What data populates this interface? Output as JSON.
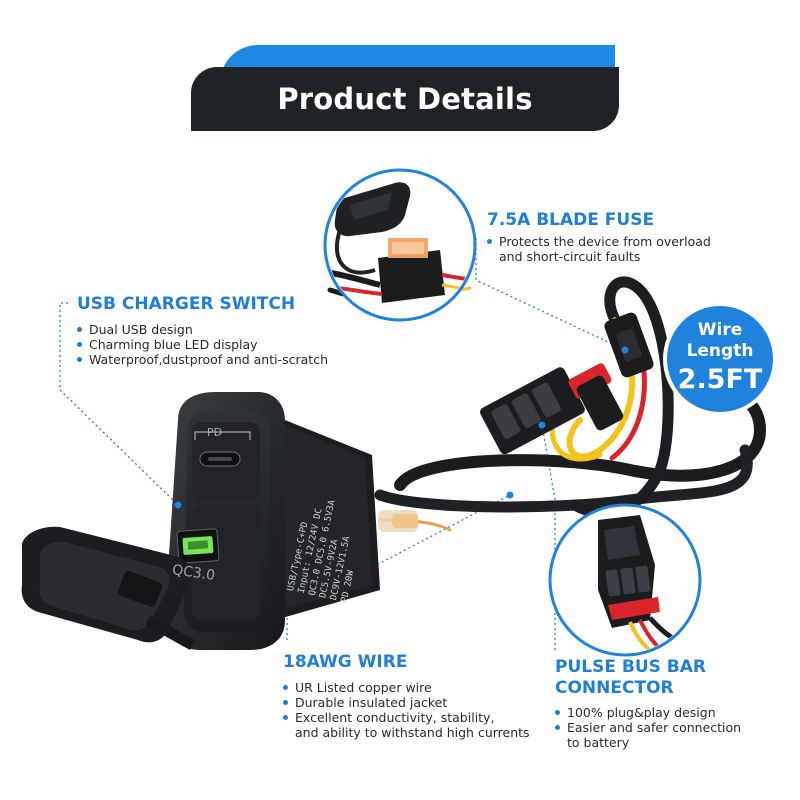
{
  "banner": {
    "title": "Product Details"
  },
  "fuse": {
    "title": "7.5A BLADE FUSE",
    "items": [
      "Protects the device from overload",
      "and short-circuit faults"
    ]
  },
  "usb_switch": {
    "title": "USB CHARGER SWITCH",
    "items": [
      "Dual USB design",
      "Charming blue LED display",
      "Waterproof,dustproof and anti-scratch"
    ],
    "pd_label": "PD",
    "qc_label": "QC3.0",
    "spec_lines": [
      "USB/Type-C+PD",
      "Input: 12/24V DC",
      "QC3.0 DC5.0 6.5V3A",
      "DC5.5V-9V2A",
      "DC9V-12V1.5A",
      "PD 20W"
    ]
  },
  "wire_length": {
    "line1": "Wire",
    "line2": "Length",
    "line3": "2.5FT"
  },
  "wire": {
    "title": "18AWG WIRE",
    "items": [
      "UR Listed copper wire",
      "Durable insulated jacket",
      "Excellent conductivity, stability,",
      "and ability to withstand high currents"
    ]
  },
  "connector": {
    "title_line1": "PULSE BUS BAR",
    "title_line2": "CONNECTOR",
    "items": [
      "100% plug&play design",
      "Easier and safer connection",
      "to battery"
    ]
  },
  "colors": {
    "accent_blue": "#1f7fd6",
    "banner_dark": "#1f2227",
    "led_green": "#7be35a",
    "wire_red": "#d8252a",
    "wire_yellow": "#f3c21b",
    "fuse_orange": "#f2a46a"
  }
}
